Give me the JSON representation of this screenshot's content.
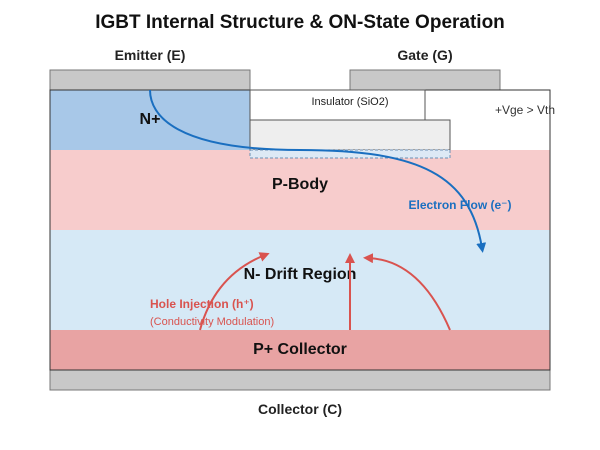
{
  "title": "IGBT Internal Structure & ON-State Operation",
  "terminals": {
    "emitter": "Emitter (E)",
    "gate": "Gate (G)",
    "collector": "Collector (C)"
  },
  "regions": {
    "n_plus": "N+",
    "insulator": "Insulator (SiO2)",
    "vge": "+Vge > Vth",
    "p_body": "P-Body",
    "n_drift": "N- Drift Region",
    "p_collector": "P+ Collector"
  },
  "flows": {
    "electron": "Electron Flow (e⁻)",
    "hole": "Hole Injection (h⁺)",
    "hole_note": "(Conductivity Modulation)"
  },
  "colors": {
    "metal": "#c8c8c8",
    "n_plus": "#a8c8e8",
    "p_body": "#f7cccc",
    "n_drift": "#d6e9f6",
    "p_collector": "#e8a3a3",
    "electron": "#1a6fc0",
    "hole": "#d9534f"
  }
}
